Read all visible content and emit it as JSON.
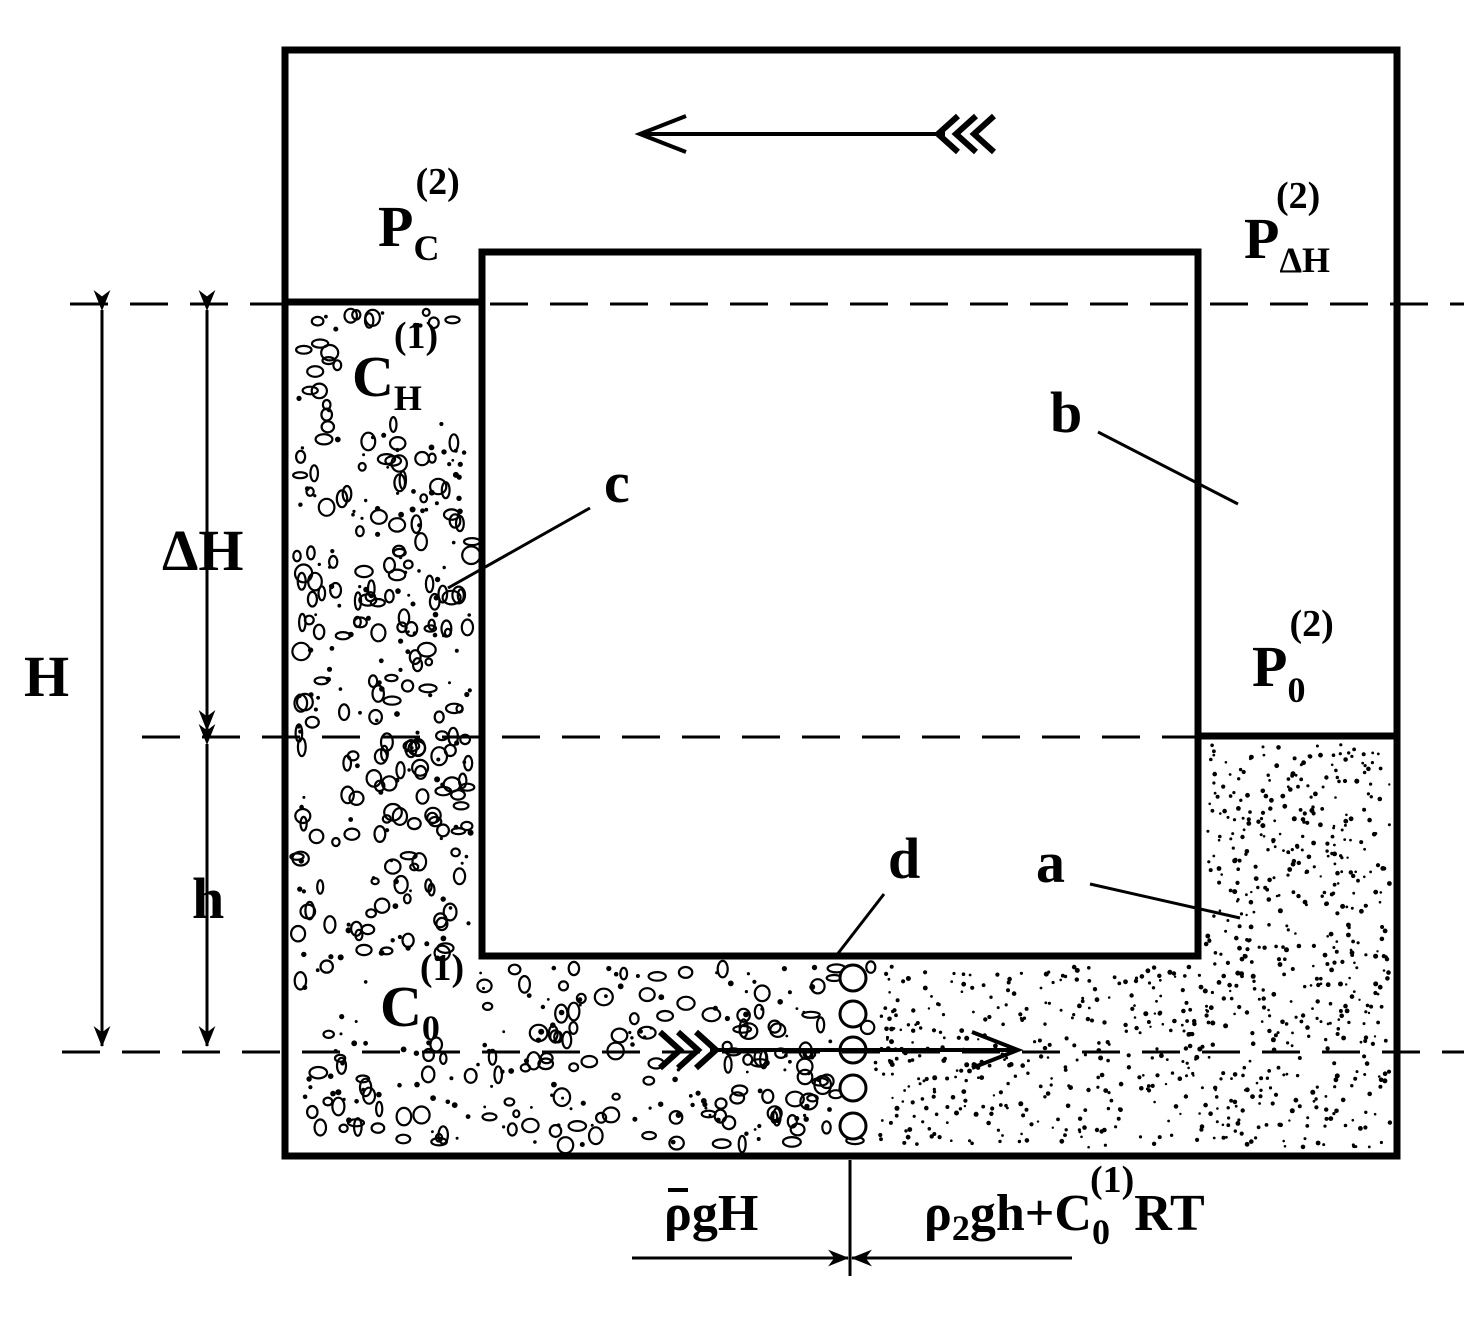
{
  "labels": {
    "pc": {
      "base": "P",
      "sub": "C",
      "sup": "(2)"
    },
    "pdh": {
      "base": "P",
      "sub": "ΔH",
      "sup": "(2)"
    },
    "p0": {
      "base": "P",
      "sub": "0",
      "sup": "(2)"
    },
    "ch": {
      "base": "C",
      "sub": "H",
      "sup": "(1)"
    },
    "c0": {
      "base": "C",
      "sub": "0",
      "sup": "(1)"
    },
    "a": "a",
    "b": "b",
    "c": "c",
    "d": "d",
    "H": "H",
    "dH": "ΔH",
    "h": "h"
  },
  "bottom": {
    "left": {
      "rho": "ρ",
      "rest": "gH"
    },
    "right": {
      "part1": "ρ",
      "sub1": "2",
      "part2": "gh+C",
      "sub2": "0",
      "sup2": "(1)",
      "part3": "RT"
    }
  },
  "colors": {
    "ink": "#000000",
    "background": "#ffffff"
  }
}
